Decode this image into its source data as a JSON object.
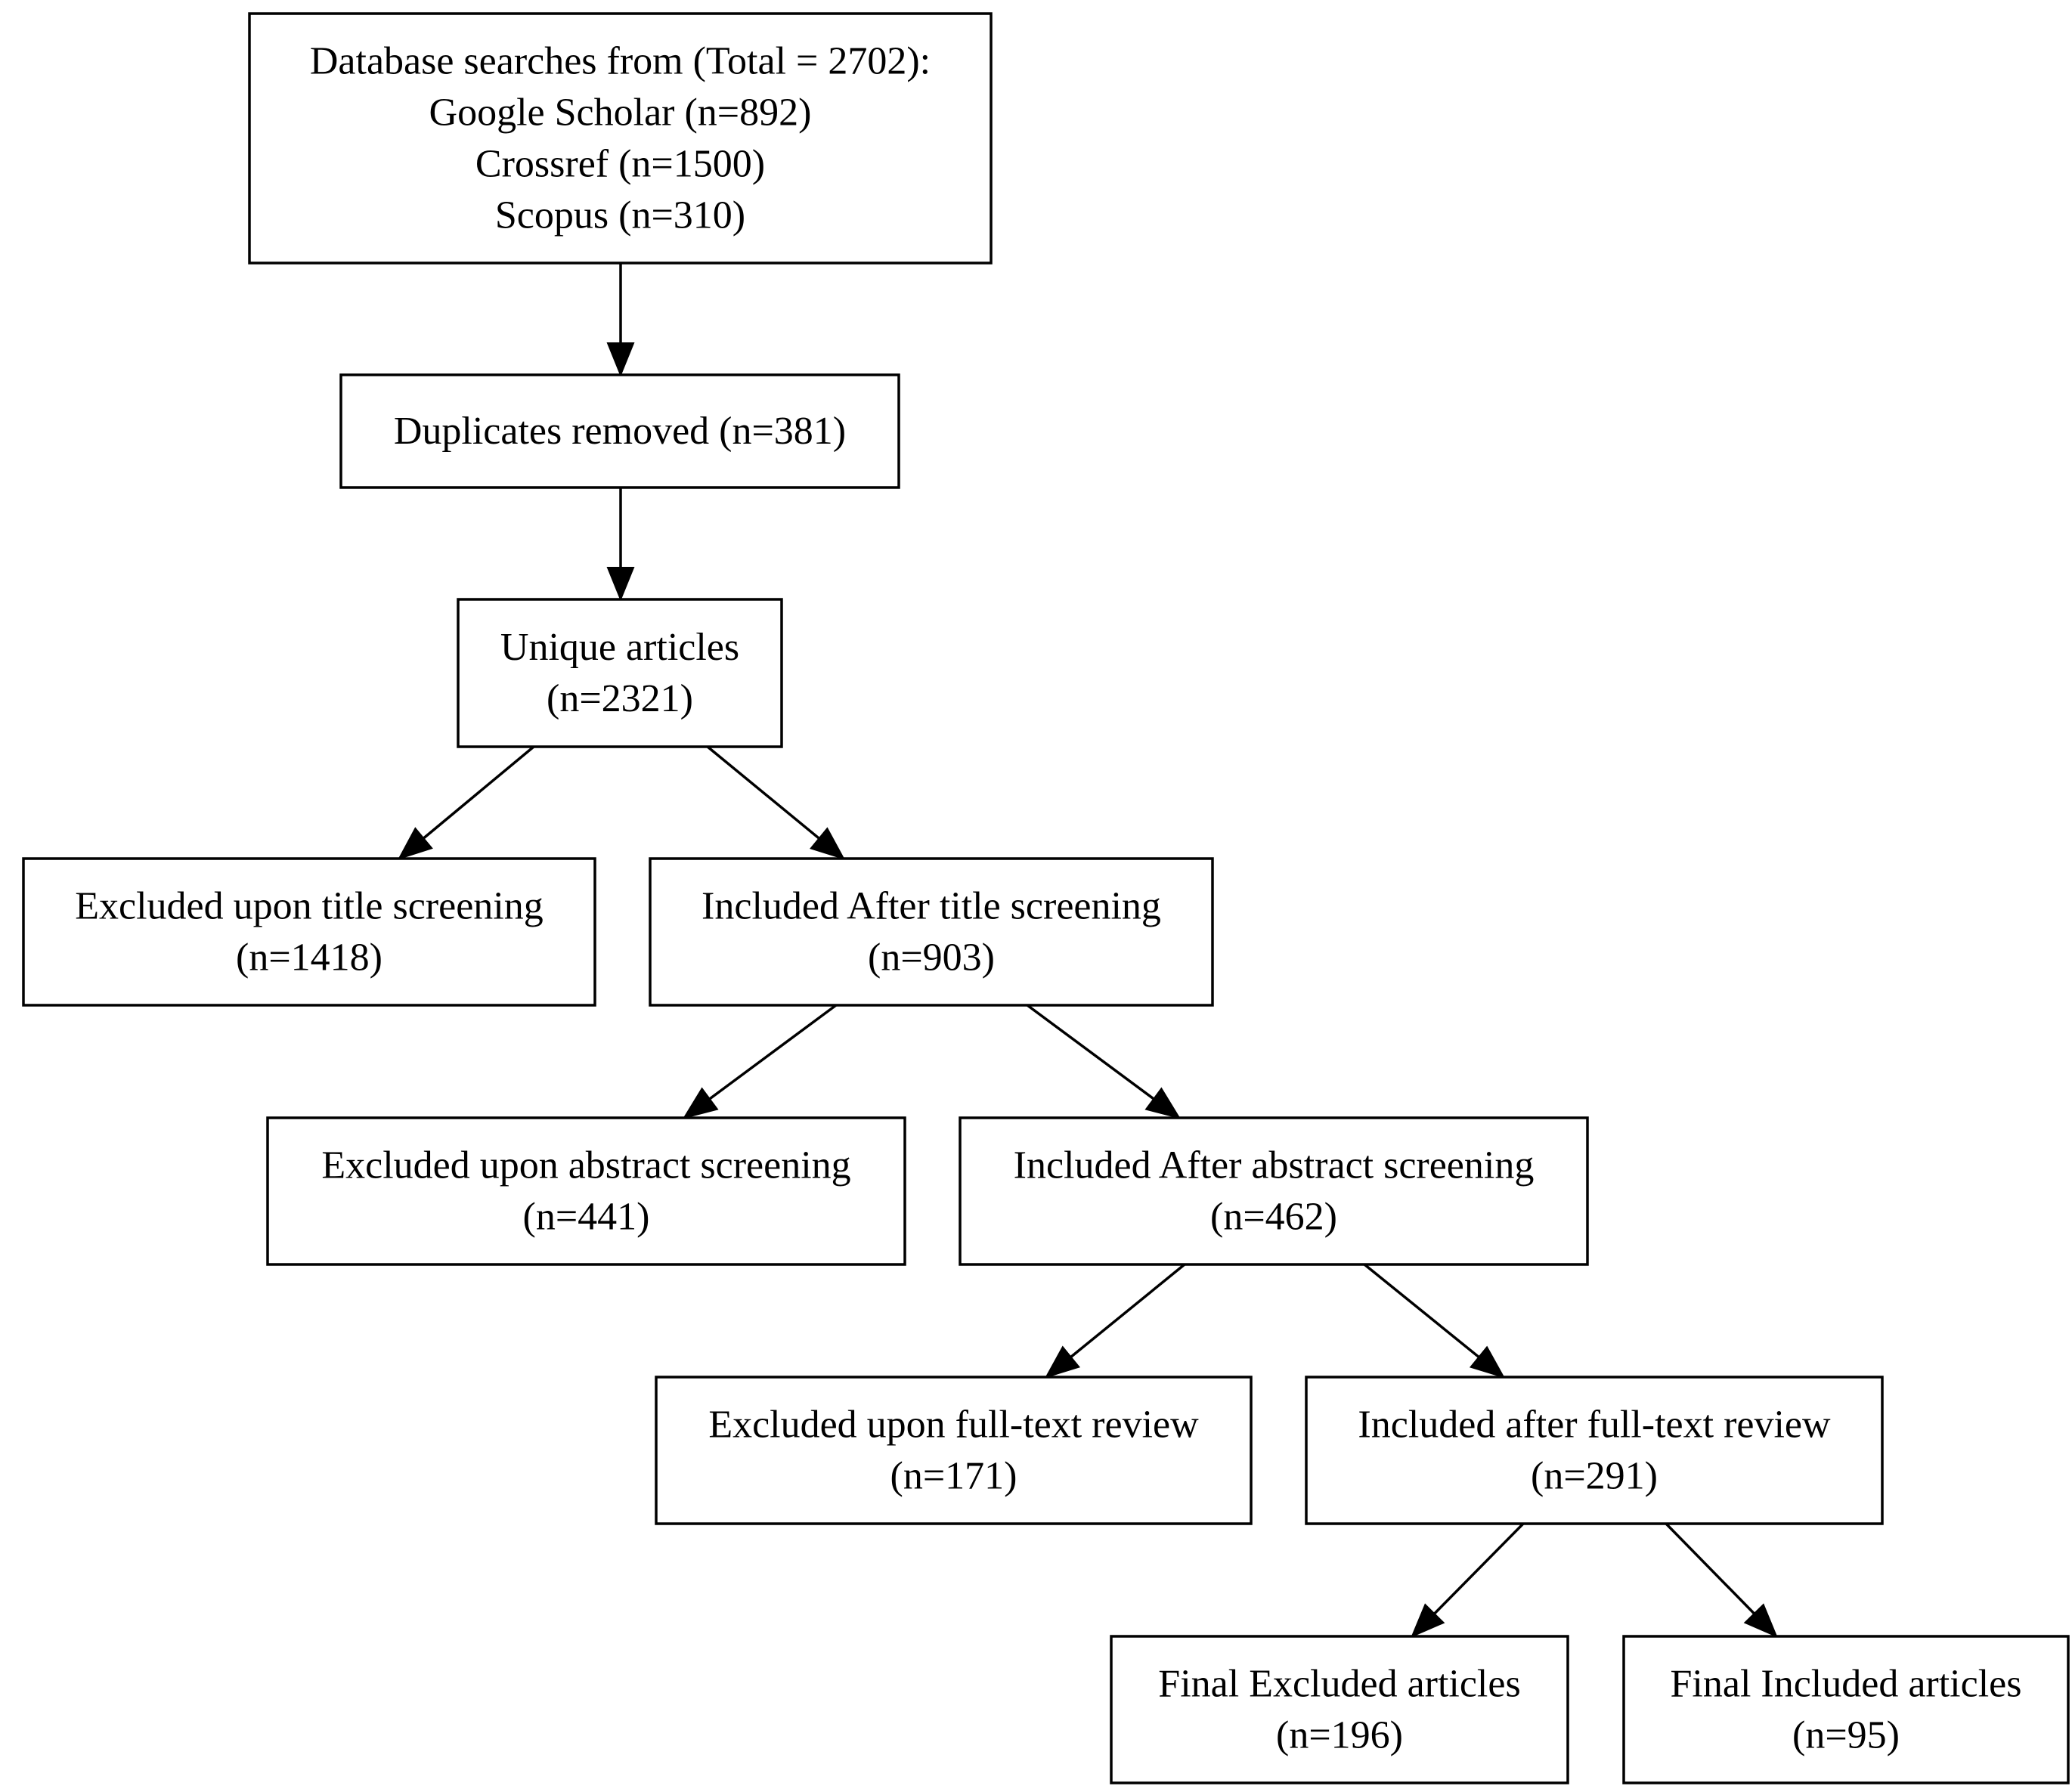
{
  "nodes": [
    {
      "id": "database-searches",
      "lines": [
        "Database searches from (Total = 2702):",
        "Google Scholar (n=892)",
        "Crossref (n=1500)",
        "Scopus (n=310)"
      ]
    },
    {
      "id": "duplicates-removed",
      "lines": [
        "Duplicates removed (n=381)"
      ]
    },
    {
      "id": "unique-articles",
      "lines": [
        "Unique articles",
        "(n=2321)"
      ]
    },
    {
      "id": "excluded-title",
      "lines": [
        "Excluded upon title screening",
        "(n=1418)"
      ]
    },
    {
      "id": "included-title",
      "lines": [
        "Included After title screening",
        "(n=903)"
      ]
    },
    {
      "id": "excluded-abstract",
      "lines": [
        "Excluded upon abstract screening",
        "(n=441)"
      ]
    },
    {
      "id": "included-abstract",
      "lines": [
        "Included After abstract screening",
        "(n=462)"
      ]
    },
    {
      "id": "excluded-fulltext",
      "lines": [
        "Excluded upon full-text review",
        "(n=171)"
      ]
    },
    {
      "id": "included-fulltext",
      "lines": [
        "Included after full-text review",
        "(n=291)"
      ]
    },
    {
      "id": "final-excluded",
      "lines": [
        "Final Excluded articles",
        "(n=196)"
      ]
    },
    {
      "id": "final-included",
      "lines": [
        "Final Included articles",
        "(n=95)"
      ]
    }
  ],
  "edges": [
    {
      "from": "database-searches",
      "to": "duplicates-removed"
    },
    {
      "from": "duplicates-removed",
      "to": "unique-articles"
    },
    {
      "from": "unique-articles",
      "to": "excluded-title"
    },
    {
      "from": "unique-articles",
      "to": "included-title"
    },
    {
      "from": "included-title",
      "to": "excluded-abstract"
    },
    {
      "from": "included-title",
      "to": "included-abstract"
    },
    {
      "from": "included-abstract",
      "to": "excluded-fulltext"
    },
    {
      "from": "included-abstract",
      "to": "included-fulltext"
    },
    {
      "from": "included-fulltext",
      "to": "final-excluded"
    },
    {
      "from": "included-fulltext",
      "to": "final-included"
    }
  ]
}
